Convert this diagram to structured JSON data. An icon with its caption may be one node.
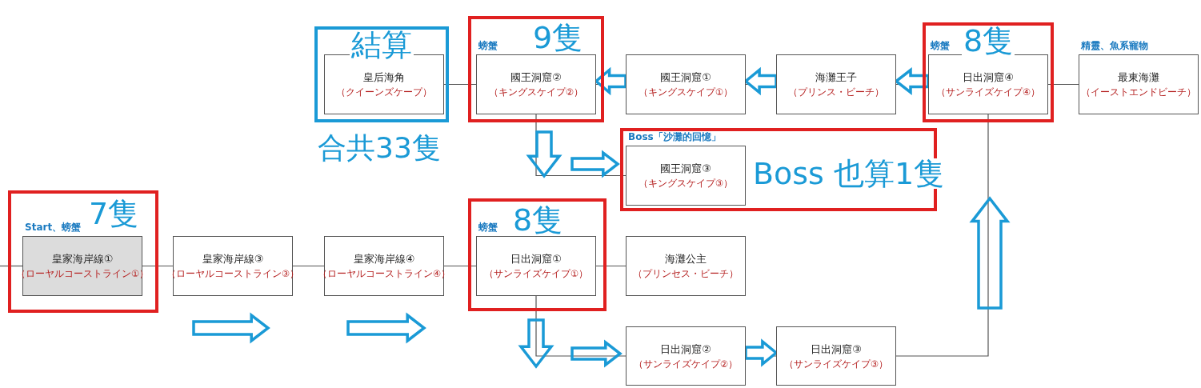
{
  "diagram": {
    "nodes": [
      {
        "text": [
          "結算"
        ],
        "beside": [
          "合共33隻"
        ]
      },
      {
        "text": [
          "皇后海角",
          "（クイーンズケープ）"
        ],
        "in": 0
      },
      {
        "text": [
          "9隻"
        ]
      },
      {
        "text": [
          "國王洞窟②",
          "（キングスケイプ②）"
        ],
        "in": 2,
        "beside": [
          "螃蟹"
        ]
      },
      {
        "text": [
          "國王洞窟①",
          "（キングスケイプ①）"
        ]
      },
      {
        "text": [
          "海灘王子",
          "（プリンス・ビーチ）"
        ]
      },
      {
        "text": [
          "8隻"
        ]
      },
      {
        "text": [
          "日出洞窟④",
          "（サンライズケイプ④）"
        ],
        "in": 6,
        "beside": [
          "螃蟹"
        ]
      },
      {
        "text": [
          "最東海灘",
          "（イーストエンドビーチ）"
        ],
        "beside": [
          "精靈、魚系寵物"
        ]
      },
      {
        "text": [
          "Boss 也算1隻"
        ]
      },
      {
        "text": [
          "國王洞窟③",
          "（キングスケイプ③）"
        ],
        "in": 9,
        "beside": [
          "Boss「沙灘的回憶」"
        ]
      },
      {
        "text": [
          "7隻"
        ]
      },
      {
        "text": [
          "皇家海岸線①",
          "（ローヤルコーストライン①）"
        ],
        "in": 11,
        "beside": [
          "Start、螃蟹"
        ]
      },
      {
        "text": [
          "皇家海岸線③",
          "（ローヤルコーストライン③）"
        ]
      },
      {
        "text": [
          "皇家海岸線④",
          "（ローヤルコーストライン④）"
        ]
      },
      {
        "text": [
          "8隻"
        ]
      },
      {
        "text": [
          "日出洞窟①",
          "（サンライズケイプ①）"
        ],
        "in": 15,
        "beside": [
          "螃蟹"
        ]
      },
      {
        "text": [
          "海灘公主",
          "（プリンセス・ビーチ）"
        ]
      },
      {
        "text": [
          "日出洞窟②",
          "（サンライズケイプ②）"
        ]
      },
      {
        "text": [
          "日出洞窟③",
          "（サンライズケイプ③）"
        ]
      }
    ],
    "edges": [
      {
        "from": null,
        "to": 12,
        "arrow": "none"
      },
      {
        "from": 12,
        "to": 13,
        "arrow": "none"
      },
      {
        "from": 13,
        "to": 14,
        "arrow": "none"
      },
      {
        "from": 14,
        "to": 16,
        "arrow": "none"
      },
      {
        "from": 16,
        "to": 17,
        "arrow": "none"
      },
      {
        "from": 16,
        "to": 18,
        "arrow": "none"
      },
      {
        "from": 18,
        "to": 19,
        "arrow": "none"
      },
      {
        "from": 19,
        "to": 7,
        "arrow": "none"
      },
      {
        "from": 7,
        "to": 8,
        "arrow": "none"
      },
      {
        "from": 7,
        "to": 5,
        "arrow": "none"
      },
      {
        "from": 5,
        "to": 4,
        "arrow": "none"
      },
      {
        "from": 4,
        "to": 3,
        "arrow": "none"
      },
      {
        "from": 3,
        "to": 1,
        "arrow": "none"
      },
      {
        "from": 3,
        "to": 10,
        "arrow": "none"
      },
      {
        "from": 18,
        "to": 19,
        "arrow": "to",
        "style": "thick",
        "color": "#1a9ad6"
      },
      {
        "from": 7,
        "to": 5,
        "arrow": "to",
        "style": "thick",
        "color": "#1a9ad6"
      },
      {
        "from": 5,
        "to": 4,
        "arrow": "to",
        "style": "thick",
        "color": "#1a9ad6"
      },
      {
        "from": 4,
        "to": 3,
        "arrow": "to",
        "style": "thick",
        "color": "#1a9ad6"
      }
    ]
  }
}
